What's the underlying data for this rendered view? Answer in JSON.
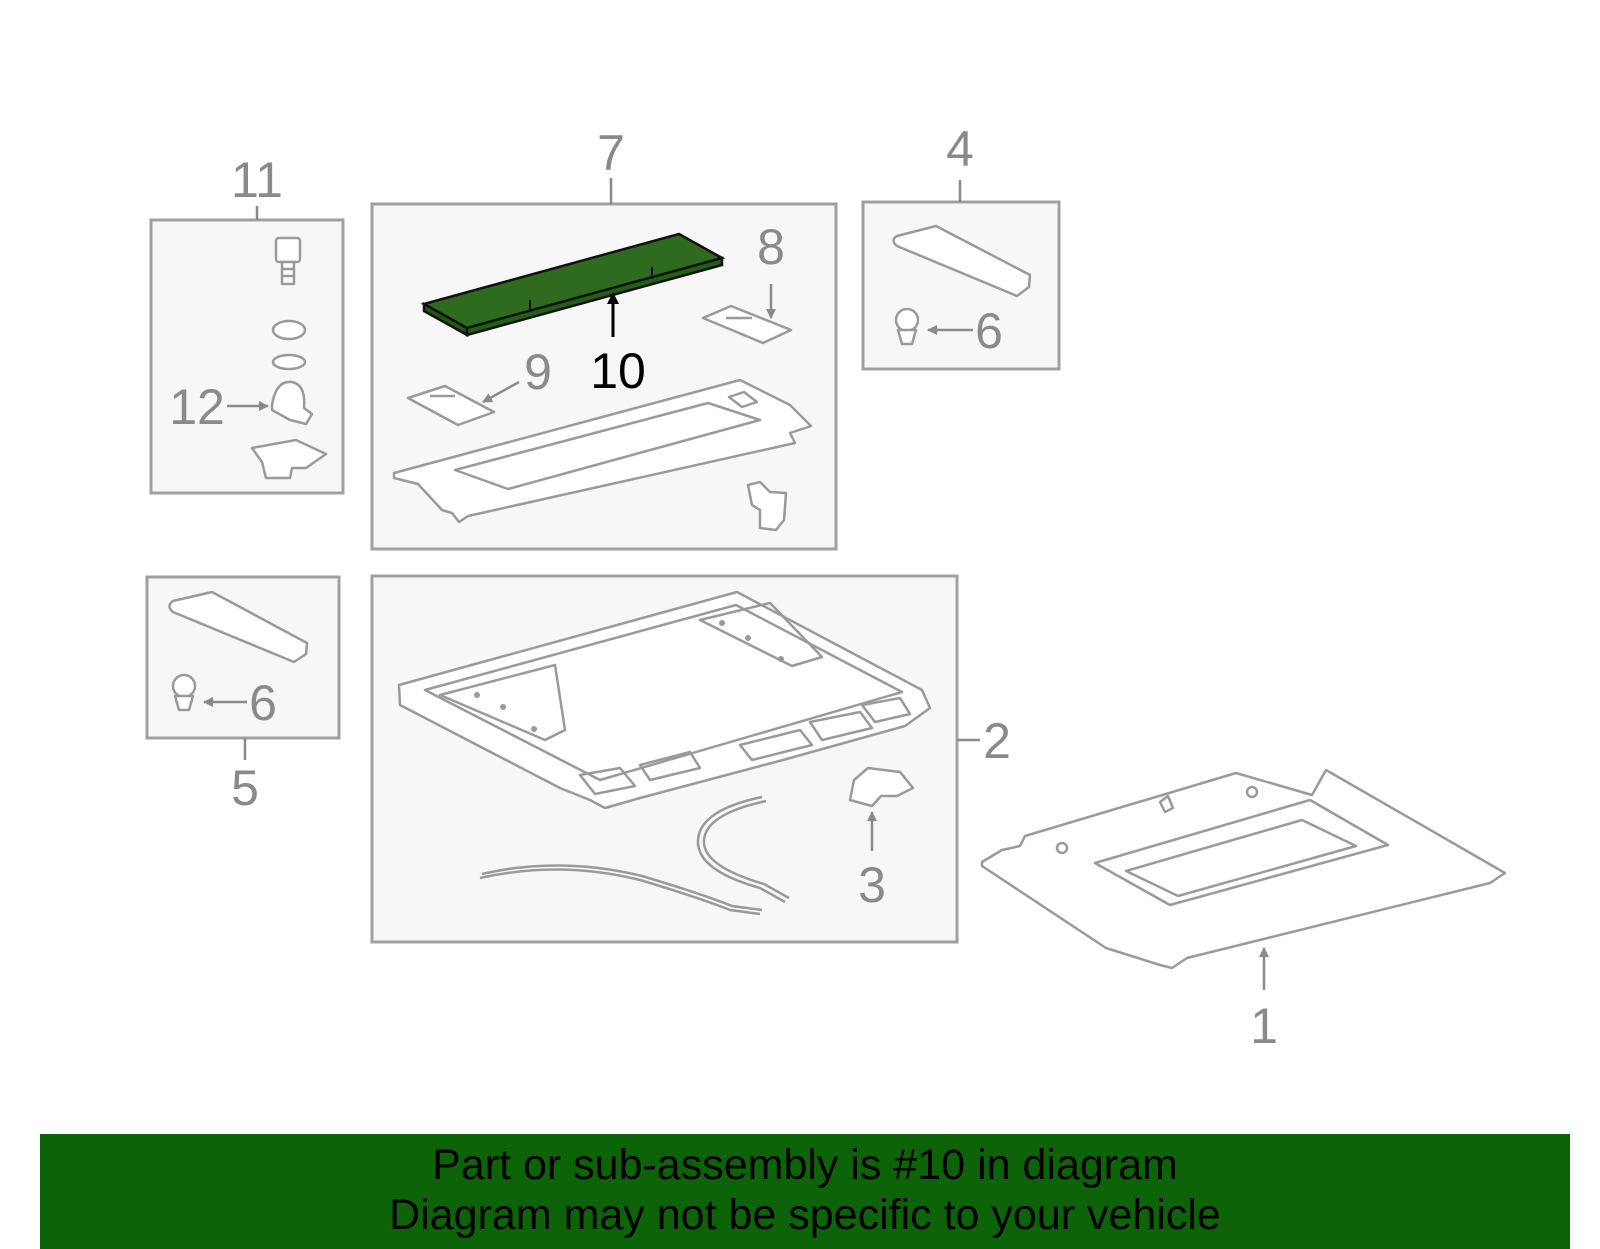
{
  "callouts": {
    "c1": "1",
    "c2": "2",
    "c3": "3",
    "c4": "4",
    "c5": "5",
    "c6a": "6",
    "c6b": "6",
    "c7": "7",
    "c8": "8",
    "c9": "9",
    "c10": "10",
    "c11": "11",
    "c12": "12"
  },
  "highlighted_part": "10",
  "colors": {
    "highlight": "#2e6b1e",
    "banner": "#0d6307",
    "linework": "#9a9a9a"
  },
  "banner": {
    "line1": "Part or sub-assembly is #10 in diagram",
    "line2": "Diagram may not be specific to your vehicle"
  }
}
